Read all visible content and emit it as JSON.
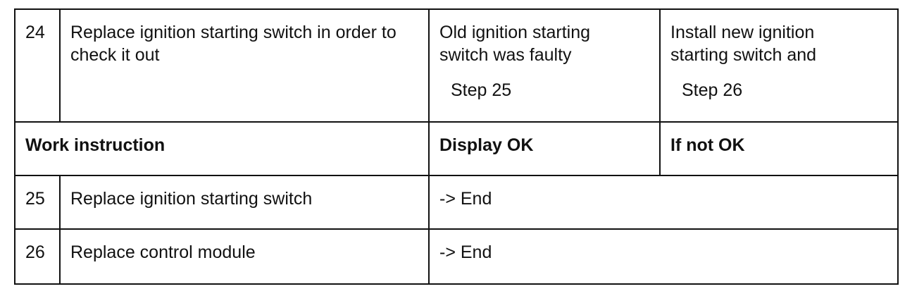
{
  "rows": [
    {
      "number": "24",
      "instruction": "Replace ignition starting switch in order to check it out",
      "display_ok": "Old ignition starting switch was faulty",
      "display_ok_step": "Step 25",
      "if_not_ok": "Install new ignition starting switch and",
      "if_not_ok_step": "Step 26"
    },
    {
      "number": "25",
      "instruction": "Replace ignition starting switch",
      "result": "-> End"
    },
    {
      "number": "26",
      "instruction": "Replace control module",
      "result": "-> End"
    }
  ],
  "header": {
    "work_instruction": "Work instruction",
    "display_ok": "Display OK",
    "if_not_ok": "If not OK"
  }
}
